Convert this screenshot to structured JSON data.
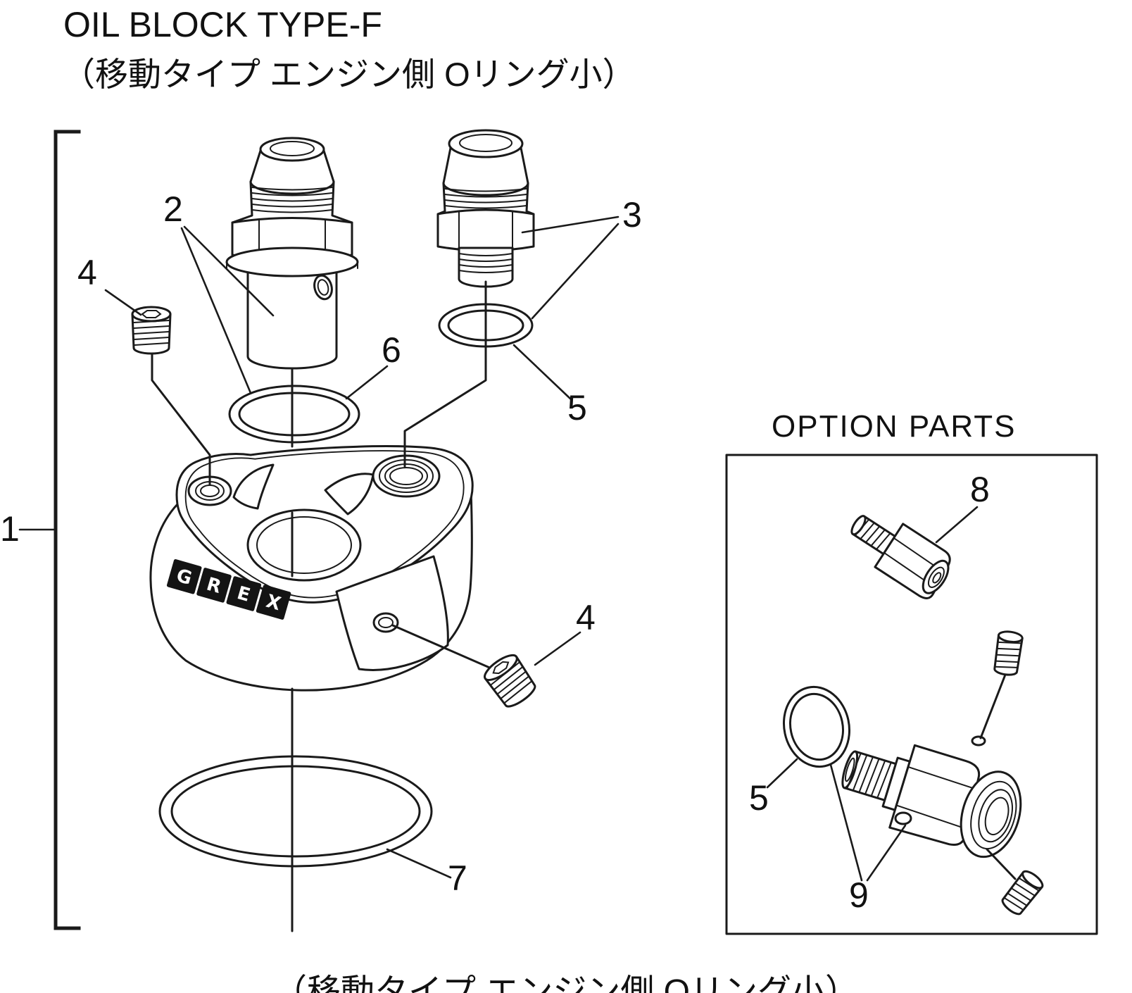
{
  "title": {
    "line1": "OIL BLOCK TYPE-F",
    "line2": "（移動タイプ エンジン側 Oリング小）"
  },
  "option": {
    "title": "OPTION PARTS"
  },
  "block_logo": {
    "letters": [
      "G",
      "R",
      "E",
      "X"
    ]
  },
  "callouts": {
    "c1": "1",
    "c2": "2",
    "c3": "3",
    "c4_left": "4",
    "c4_right": "4",
    "c5_main": "5",
    "c5_option": "5",
    "c6": "6",
    "c7": "7",
    "c8": "8",
    "c9": "9"
  },
  "caption": {
    "bottom": "（移動タイプ エンジン側 Oリング小）"
  },
  "colors": {
    "ink": "#1a1a1a",
    "paper": "#ffffff"
  }
}
